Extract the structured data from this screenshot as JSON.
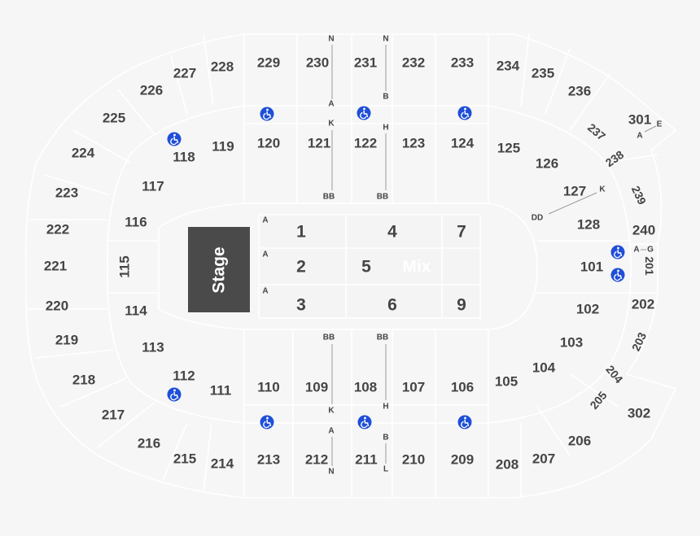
{
  "stage_label": "Stage",
  "mix_label": "Mix",
  "colors": {
    "background": "#f6f6f6",
    "stage": "#4a4a4a",
    "text": "#454545",
    "accessible": "#1f4fd8"
  },
  "sections": [
    "227",
    "228",
    "229",
    "230",
    "231",
    "232",
    "233",
    "234",
    "235",
    "236",
    "226",
    "225",
    "224",
    "223",
    "222",
    "221",
    "220",
    "219",
    "218",
    "217",
    "216",
    "215",
    "214",
    "213",
    "212",
    "211",
    "210",
    "209",
    "208",
    "207",
    "206",
    "302",
    "205",
    "204",
    "203",
    "202",
    "201",
    "240",
    "239",
    "238",
    "237",
    "301",
    "118",
    "119",
    "120",
    "121",
    "122",
    "123",
    "124",
    "125",
    "126",
    "127",
    "128",
    "101",
    "102",
    "103",
    "104",
    "105",
    "106",
    "107",
    "108",
    "109",
    "110",
    "111",
    "112",
    "113",
    "114",
    "115",
    "116",
    "117"
  ],
  "floor_sections": [
    "1",
    "4",
    "7",
    "2",
    "5",
    "3",
    "6",
    "9"
  ],
  "row_labels": [
    "N",
    "A",
    "K",
    "BB",
    "N",
    "B",
    "H",
    "BB",
    "DD",
    "K",
    "A",
    "A",
    "A",
    "BB",
    "K",
    "A",
    "N",
    "BB",
    "H",
    "B",
    "L",
    "A",
    "E",
    "A",
    "G"
  ],
  "accessible_icon": "wheelchair-icon"
}
